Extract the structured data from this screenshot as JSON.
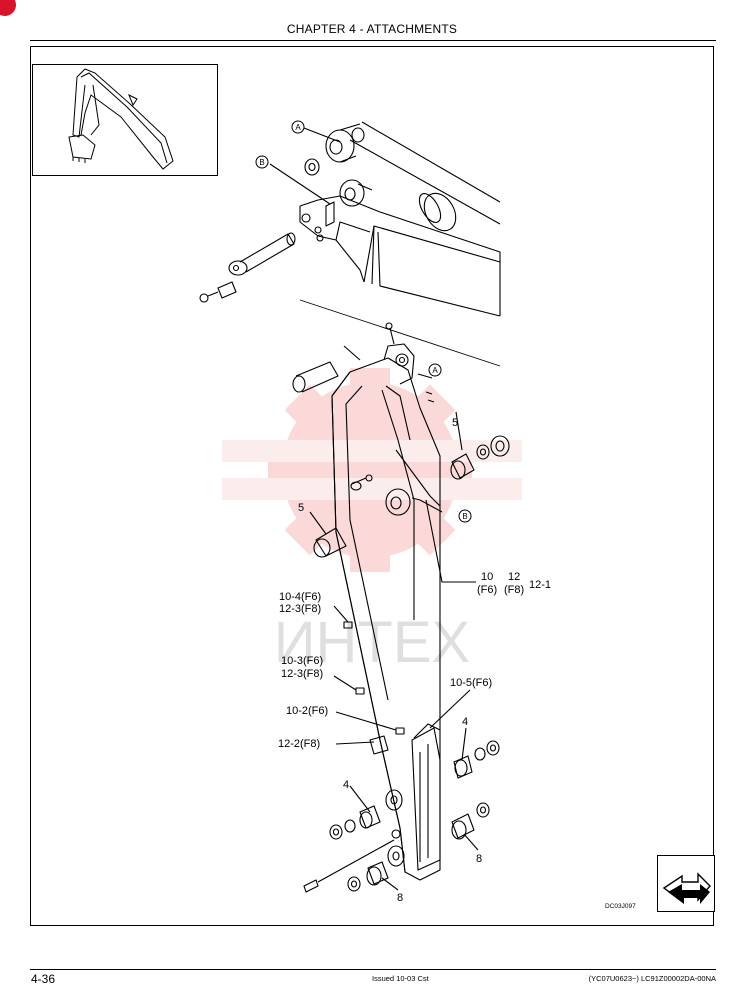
{
  "header": {
    "title": "CHAPTER 4 - ATTACHMENTS"
  },
  "footer": {
    "page_number": "4-36",
    "issued": "Issued 10-03   Cst",
    "doc_code": "(YC07U0623~)   LC91Z00002DA-00NA"
  },
  "diagram": {
    "drawing_id": "DC03J097",
    "watermark_text": "ИНТЕХ",
    "callouts": {
      "a_top": "A",
      "b_top": "B",
      "a_side": "A",
      "b_side": "B",
      "n5_right": "5",
      "n5_left": "5",
      "n10": "10",
      "n12": "12",
      "f6": "(F6)",
      "f8": "(F8)",
      "n12_1": "12-1",
      "n10_4": "10-4(F6)",
      "n12_3a": "12-3(F8)",
      "n10_3": "10-3(F6)",
      "n12_3b": "12-3(F8)",
      "n10_5": "10-5(F6)",
      "n10_2": "10-2(F6)",
      "n12_2": "12-2(F8)",
      "n4_right": "4",
      "n4_left": "4",
      "n8_right": "8",
      "n8_bottom": "8"
    }
  }
}
